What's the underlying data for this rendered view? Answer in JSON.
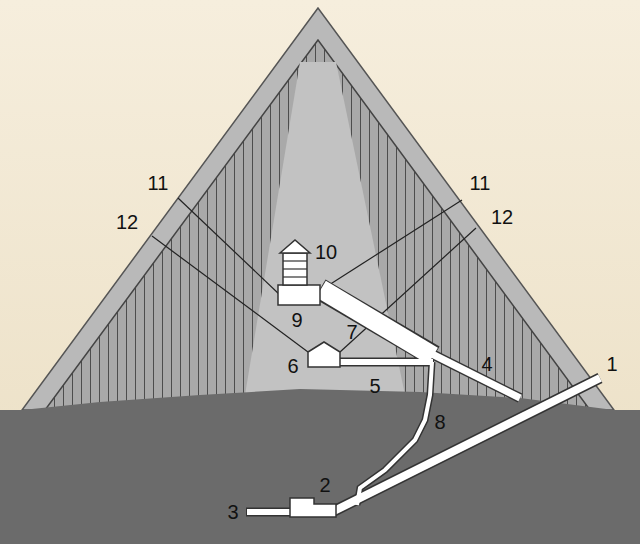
{
  "diagram": {
    "labels": [
      "11",
      "11",
      "12",
      "12",
      "10",
      "9",
      "7",
      "6",
      "5",
      "4",
      "1",
      "8",
      "2",
      "3"
    ]
  }
}
